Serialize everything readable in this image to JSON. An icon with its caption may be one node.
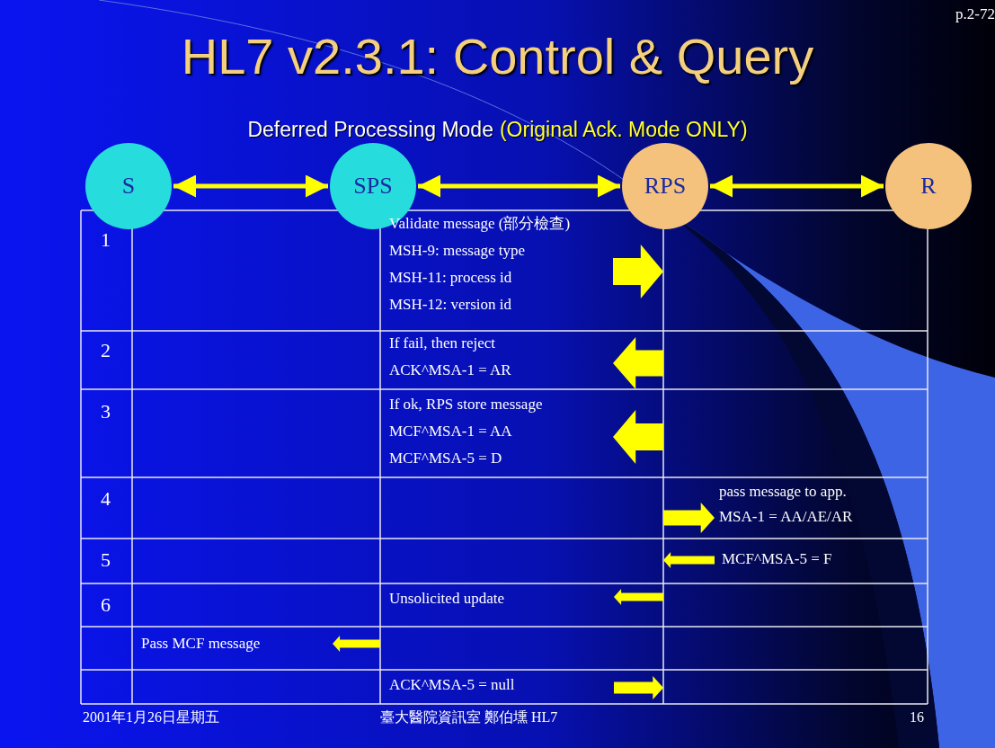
{
  "diagram": {
    "title": "HL7 v2.3.1: Control & Query",
    "nodes": [
      {
        "text": [
          "S"
        ]
      },
      {
        "text": [
          "SPS"
        ]
      },
      {
        "text": [
          "RPS"
        ]
      },
      {
        "text": [
          "R"
        ]
      }
    ],
    "edges": [
      {
        "from": 0,
        "to": 1,
        "arrow": "both"
      },
      {
        "from": 1,
        "to": 2,
        "arrow": "both"
      },
      {
        "from": 2,
        "to": 3,
        "arrow": "both"
      }
    ],
    "labels": [
      "p.2-72",
      "Deferred Processing Mode",
      "(Original Ack. Mode ONLY)",
      "1",
      "Validate message (部分檢查)",
      "MSH-9: message type",
      "MSH-11: process id",
      "MSH-12: version id",
      "2",
      "If fail, then reject",
      "ACK^MSA-1 = AR",
      "3",
      "If ok, RPS store message",
      "MCF^MSA-1 = AA",
      "MCF^MSA-5 = D",
      "4",
      "pass message to app.",
      "MSA-1 = AA/AE/AR",
      "5",
      "MCF^MSA-5 = F",
      "6",
      "Unsolicited update",
      "Pass MCF message",
      "ACK^MSA-5 = null",
      "2001年1月26日星期五",
      "臺大醫院資訊室 鄭伯壎 HL7",
      "16"
    ]
  }
}
